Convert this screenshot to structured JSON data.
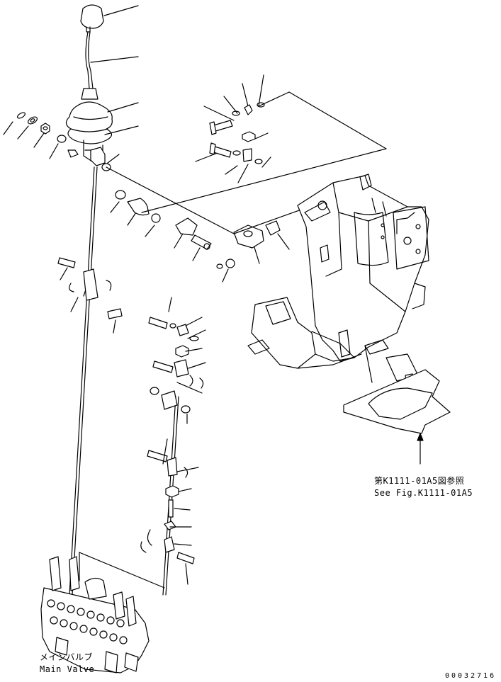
{
  "labels": {
    "ref_jp": "第K1111-01A5図参照",
    "ref_en": "See Fig.K1111-01A5",
    "valve_jp": "メインバルブ",
    "valve_en": "Main Valve",
    "drawing_no": "00032716"
  },
  "colors": {
    "line": "#000000",
    "background": "#ffffff"
  }
}
